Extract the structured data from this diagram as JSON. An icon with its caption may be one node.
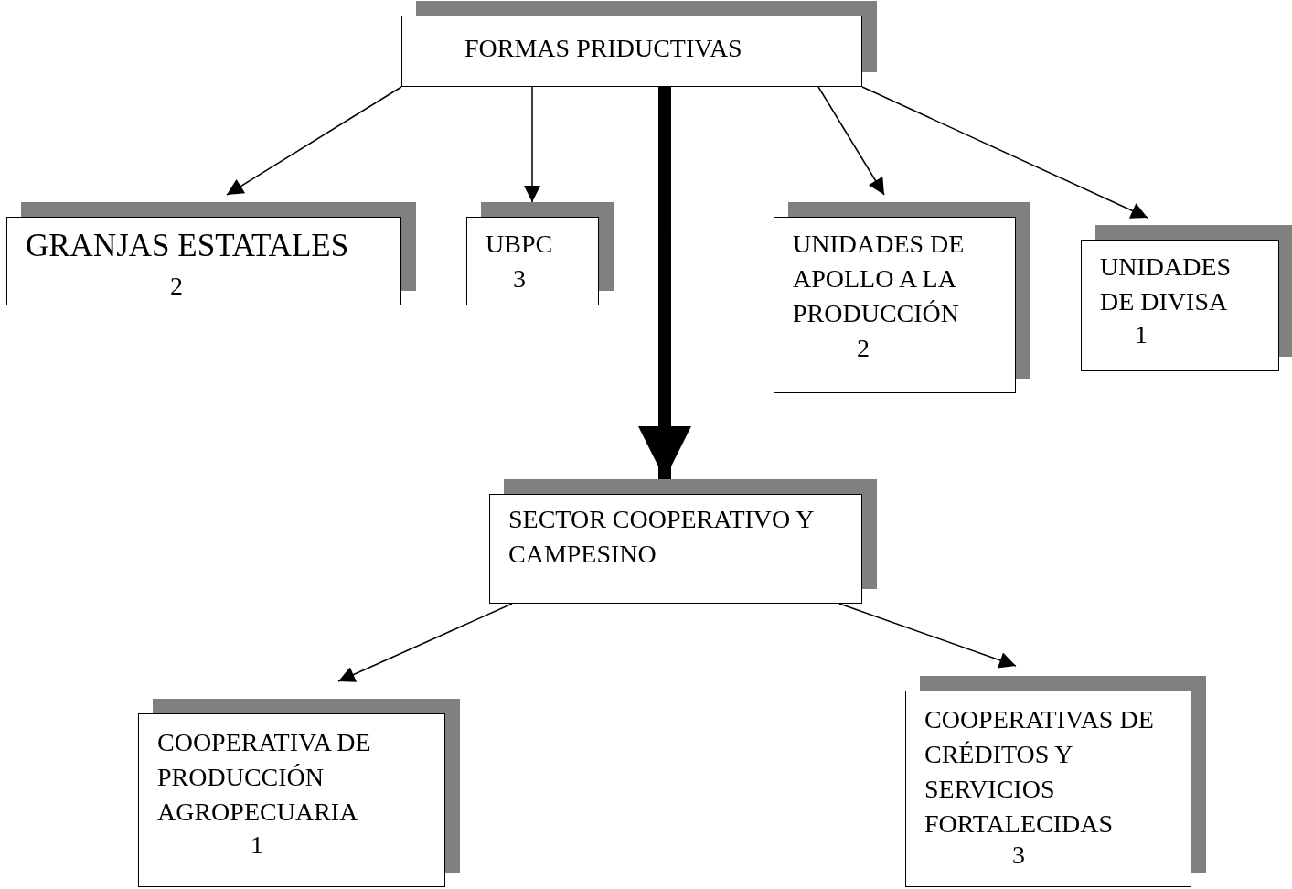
{
  "diagram": {
    "nodes": [
      {
        "text": [
          "FORMAS PRIDUCTIVAS"
        ]
      },
      {
        "text": [
          "GRANJAS ESTATALES",
          "2"
        ]
      },
      {
        "text": [
          "UBPC",
          "3"
        ]
      },
      {
        "text": [
          "UNIDADES DE APOLLO A LA PRODUCCIÓN",
          "2"
        ]
      },
      {
        "text": [
          "UNIDADES DE DIVISA",
          "1"
        ]
      },
      {
        "text": [
          "SECTOR COOPERATIVO Y CAMPESINO"
        ]
      },
      {
        "text": [
          "COOPERATIVA DE PRODUCCIÓN AGROPECUARIA",
          "1"
        ]
      },
      {
        "text": [
          "COOPERATIVAS DE CRÉDITOS Y SERVICIOS FORTALECIDAS",
          "3"
        ]
      }
    ],
    "edges": [
      {
        "from": 0,
        "to": 1,
        "arrow": "to"
      },
      {
        "from": 0,
        "to": 2,
        "arrow": "to"
      },
      {
        "from": 0,
        "to": 5,
        "arrow": "to",
        "style": "thick"
      },
      {
        "from": 0,
        "to": 3,
        "arrow": "to"
      },
      {
        "from": 0,
        "to": 4,
        "arrow": "to"
      },
      {
        "from": 5,
        "to": 6,
        "arrow": "to"
      },
      {
        "from": 5,
        "to": 7,
        "arrow": "to"
      }
    ]
  }
}
